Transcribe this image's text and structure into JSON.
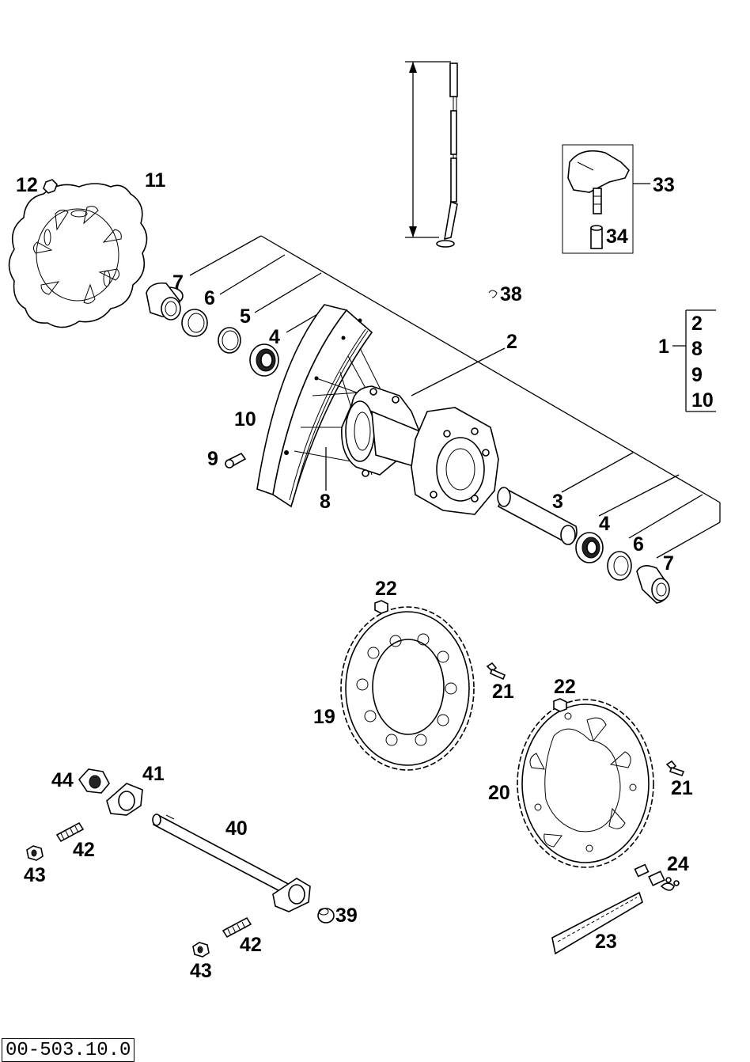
{
  "diagram": {
    "reference_code": "00-503.10.0",
    "kit": {
      "label": "1",
      "members": [
        "2",
        "8",
        "9",
        "10"
      ]
    },
    "callouts": {
      "c2": "2",
      "c3": "3",
      "c4a": "4",
      "c4b": "4",
      "c5": "5",
      "c6a": "6",
      "c6b": "6",
      "c7a": "7",
      "c7b": "7",
      "c8": "8",
      "c9": "9",
      "c10": "10",
      "c11": "11",
      "c12": "12",
      "c19": "19",
      "c20": "20",
      "c21a": "21",
      "c21b": "21",
      "c22a": "22",
      "c22b": "22",
      "c23": "23",
      "c24": "24",
      "c33": "33",
      "c34": "34",
      "c38": "38",
      "c39": "39",
      "c40": "40",
      "c41": "41",
      "c42a": "42",
      "c42b": "42",
      "c43a": "43",
      "c43b": "43",
      "c44": "44"
    }
  }
}
